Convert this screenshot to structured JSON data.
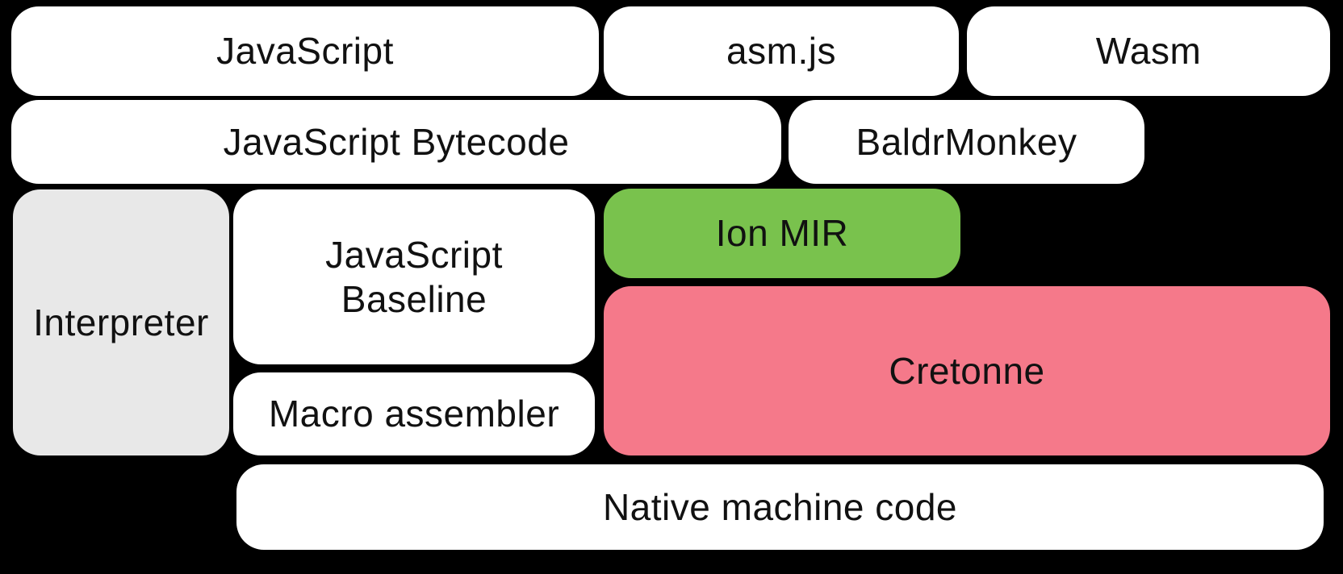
{
  "diagram": {
    "background_color": "#000000",
    "text_color": "#111111",
    "boxes": {
      "javascript": {
        "label": "JavaScript",
        "color": "#ffffff"
      },
      "asmjs": {
        "label": "asm.js",
        "color": "#ffffff"
      },
      "wasm": {
        "label": "Wasm",
        "color": "#ffffff"
      },
      "js_bytecode": {
        "label": "JavaScript Bytecode",
        "color": "#ffffff"
      },
      "baldrmonkey": {
        "label": "BaldrMonkey",
        "color": "#ffffff"
      },
      "interpreter": {
        "label": "Interpreter",
        "color": "#e8e8e8"
      },
      "js_baseline": {
        "label": "JavaScript\nBaseline",
        "color": "#ffffff"
      },
      "ion_mir": {
        "label": "Ion MIR",
        "color": "#79c24d"
      },
      "cretonne": {
        "label": "Cretonne",
        "color": "#f5798a"
      },
      "macro_assembler": {
        "label": "Macro assembler",
        "color": "#ffffff"
      },
      "native_machine_code": {
        "label": "Native machine code",
        "color": "#ffffff"
      }
    }
  }
}
